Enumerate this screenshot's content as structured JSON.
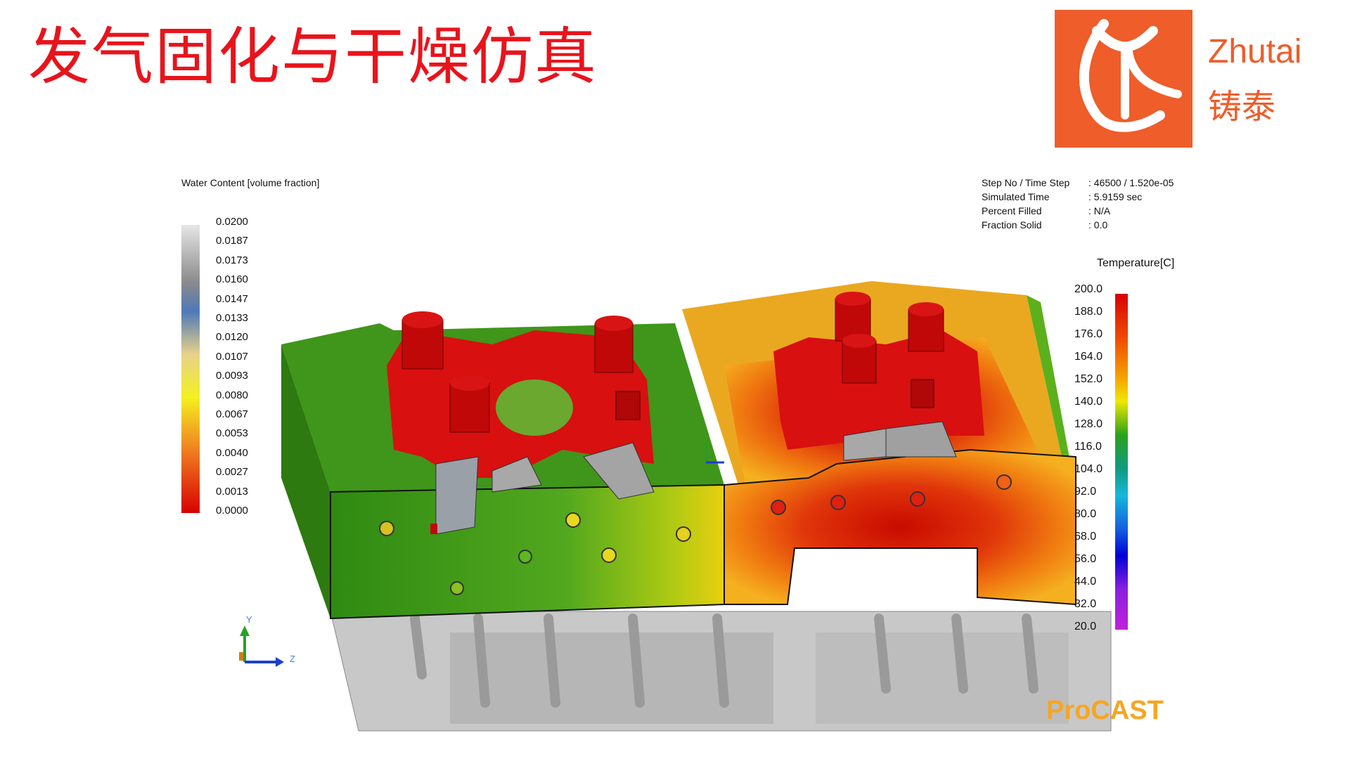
{
  "slide": {
    "title": "发气固化与干燥仿真",
    "logo_en": "Zhutai",
    "logo_cn": "铸泰",
    "brand_color": "#ee5d2a",
    "title_color": "#e8141c"
  },
  "water_legend": {
    "title": "Water Content [volume fraction]",
    "ticks": [
      "0.0200",
      "0.0187",
      "0.0173",
      "0.0160",
      "0.0147",
      "0.0133",
      "0.0120",
      "0.0107",
      "0.0093",
      "0.0080",
      "0.0067",
      "0.0053",
      "0.0040",
      "0.0027",
      "0.0013",
      "0.0000"
    ]
  },
  "sim_info": {
    "labels": [
      "Step No / Time Step",
      "Simulated Time",
      "Percent Filled",
      "Fraction Solid"
    ],
    "values": [
      ": 46500 / 1.520e-05",
      ": 5.9159 sec",
      ": N/A",
      ": 0.0"
    ]
  },
  "temp_legend": {
    "title": "Temperature[C]",
    "ticks": [
      "200.0",
      "188.0",
      "176.0",
      "164.0",
      "152.0",
      "140.0",
      "128.0",
      "116.0",
      "104.0",
      "92.0",
      "80.0",
      "68.0",
      "56.0",
      "44.0",
      "32.0",
      "20.0"
    ]
  },
  "axes": {
    "y": "Y",
    "z": "Z"
  },
  "software": "ProCAST"
}
